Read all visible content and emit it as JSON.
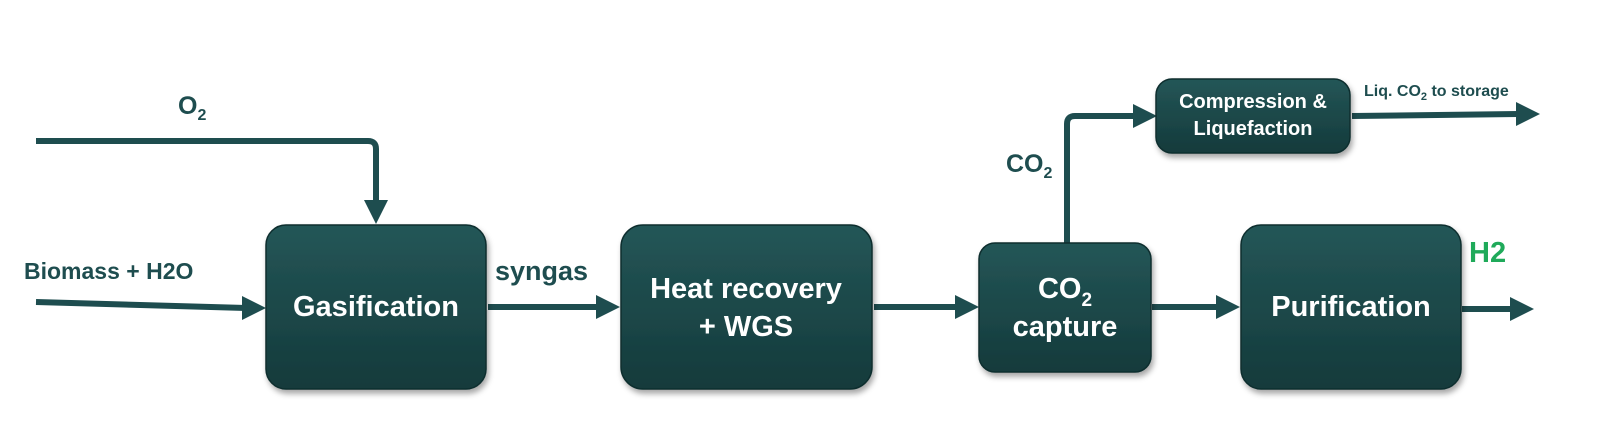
{
  "colors": {
    "box_fill_top": "#245657",
    "box_fill_bottom": "#143a3b",
    "line": "#1e4d4f",
    "label": "#1e4d4f",
    "output_h2": "#1faa5a",
    "box_text": "#ffffff"
  },
  "inputs": {
    "oxygen": {
      "base": "O",
      "sub": "2"
    },
    "feed": "Biomass + H2O"
  },
  "streams": {
    "syngas": "syngas",
    "co2_branch": {
      "base": "CO",
      "sub": "2"
    },
    "liq_co2": {
      "prefix": "Liq. CO",
      "sub": "2",
      "suffix": " to storage"
    },
    "product": "H2"
  },
  "boxes": {
    "gasification": "Gasification",
    "heat_recovery": {
      "line1": "Heat recovery",
      "line2": "+ WGS"
    },
    "co2_capture": {
      "base": "CO",
      "sub": "2",
      "line2": "capture"
    },
    "compression": {
      "line1": "Compression &",
      "line2": "Liquefaction"
    },
    "purification": "Purification"
  }
}
